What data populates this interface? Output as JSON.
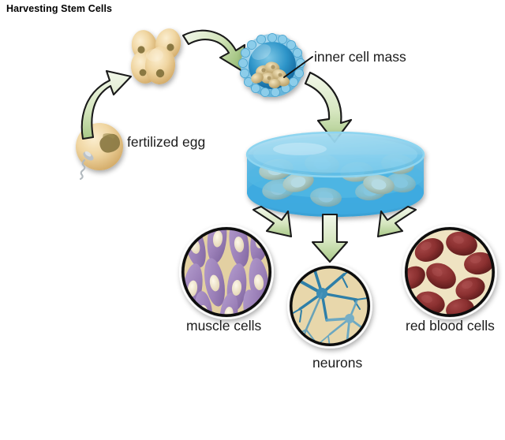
{
  "title": "Harvesting Stem Cells",
  "labels": {
    "fertilized_egg": "fertilized egg",
    "inner_cell_mass": "inner cell mass",
    "muscle_cells": "muscle cells",
    "neurons": "neurons",
    "red_blood_cells": "red blood cells"
  },
  "colors": {
    "background": "#ffffff",
    "title_text": "#000000",
    "label_text": "#1b1b1b",
    "arrow_fill_light": "#eef4e4",
    "arrow_fill_mid": "#c9dcae",
    "arrow_fill_dark": "#aac98a",
    "arrow_outline": "#1a1a1a",
    "egg_light": "#f7e3bb",
    "egg_mid": "#e6c78d",
    "egg_dark": "#c9a463",
    "egg_nucleus": "#8c7a43",
    "sperm": "#b9bfc4",
    "blastocyst_outer": "#9ed4ea",
    "blastocyst_ring": "#63b9de",
    "blastocyst_cavity": "#2a8dc4",
    "blastocyst_cavity_dark": "#14699d",
    "icm_light": "#f0dfb4",
    "icm_dark": "#b39a60",
    "dish_rim": "#8fd3ef",
    "dish_body": "#4fb4e2",
    "dish_body_dark": "#2e9ed2",
    "dish_wall": "#76c9ec",
    "circle_outline": "#101010",
    "circle_bg_tan": "#e7d5a8",
    "muscle_purple": "#9f85bb",
    "muscle_purple_dark": "#7d63a0",
    "muscle_nucleus": "#f3ecd9",
    "neuron_blue": "#2f7fa8",
    "neuron_blue_light": "#5fa3c4",
    "rbc_red": "#8e3232",
    "rbc_red_dark": "#6d2222",
    "rbc_bg": "#efe3c2"
  },
  "stages": [
    {
      "id": "fertilized-egg",
      "name": "fertilized egg",
      "order": 1,
      "description": "Single tan ovum with dark nucleus and sperm entering at lower left"
    },
    {
      "id": "cleavage-embryo",
      "name": "early cleavage embryo",
      "order": 2,
      "cell_count": 4,
      "description": "Four overlapping tan blastomeres each with a dark nucleus"
    },
    {
      "id": "blastocyst",
      "name": "blastocyst",
      "order": 3,
      "description": "Blue sphere with outer ring of trophoblast cells and tan inner cell mass"
    },
    {
      "id": "culture-dish",
      "name": "petri dish culture",
      "order": 4,
      "description": "Translucent blue petri dish containing cultured stem cells"
    }
  ],
  "outcomes": [
    {
      "id": "muscle-cells",
      "label": "muscle cells",
      "description": "Purple spindle-shaped cells with pale nuclei on tan background"
    },
    {
      "id": "neurons",
      "label": "neurons",
      "description": "Blue branching neurons with dendrites on tan background"
    },
    {
      "id": "red-blood-cells",
      "label": "red blood cells",
      "description": "Dark red oval erythrocytes on cream background"
    }
  ],
  "arrows": [
    {
      "id": "arrow-egg-to-embryo",
      "from": "fertilized-egg",
      "to": "cleavage-embryo",
      "direction": "up-right",
      "style": "curved"
    },
    {
      "id": "arrow-embryo-to-blastocyst",
      "from": "cleavage-embryo",
      "to": "blastocyst",
      "direction": "right",
      "style": "curved"
    },
    {
      "id": "arrow-blastocyst-to-dish",
      "from": "blastocyst",
      "to": "culture-dish",
      "direction": "down",
      "style": "curved"
    },
    {
      "id": "arrow-dish-to-muscle",
      "from": "culture-dish",
      "to": "muscle-cells",
      "direction": "down-left",
      "style": "straight"
    },
    {
      "id": "arrow-dish-to-neurons",
      "from": "culture-dish",
      "to": "neurons",
      "direction": "down",
      "style": "straight"
    },
    {
      "id": "arrow-dish-to-rbc",
      "from": "culture-dish",
      "to": "red-blood-cells",
      "direction": "down-right",
      "style": "straight"
    }
  ]
}
